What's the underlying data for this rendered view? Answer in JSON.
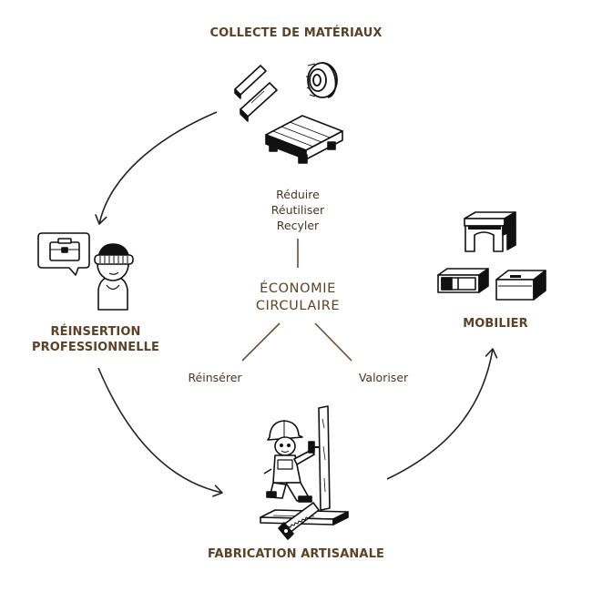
{
  "diagram": {
    "stages": {
      "collecte": "COLLECTE DE MATÉRIAUX",
      "reinsertion_line1": "RÉINSERTION",
      "reinsertion_line2": "PROFESSIONNELLE",
      "fabrication": "FABRICATION ARTISANALE",
      "mobilier": "MOBILIER"
    },
    "center": {
      "line1": "ÉCONOMIE",
      "line2": "CIRCULAIRE"
    },
    "actions": {
      "reduire": "Réduire",
      "reutiliser": "Réutiliser",
      "recycler": "Recyler",
      "reinserer": "Réinsérer",
      "valoriser": "Valoriser"
    },
    "icons": [
      "wood-planks-icon",
      "tire-icon",
      "pallet-icon",
      "job-chat-bubble-icon",
      "blindfolded-person-icon",
      "stool-icon",
      "open-box-icon",
      "drawer-box-icon",
      "carpenter-worker-icon",
      "saw-icon",
      "plank-icon"
    ],
    "colors": {
      "text": "#5b4226",
      "line": "#222222",
      "spoke": "#6b4f33"
    }
  }
}
